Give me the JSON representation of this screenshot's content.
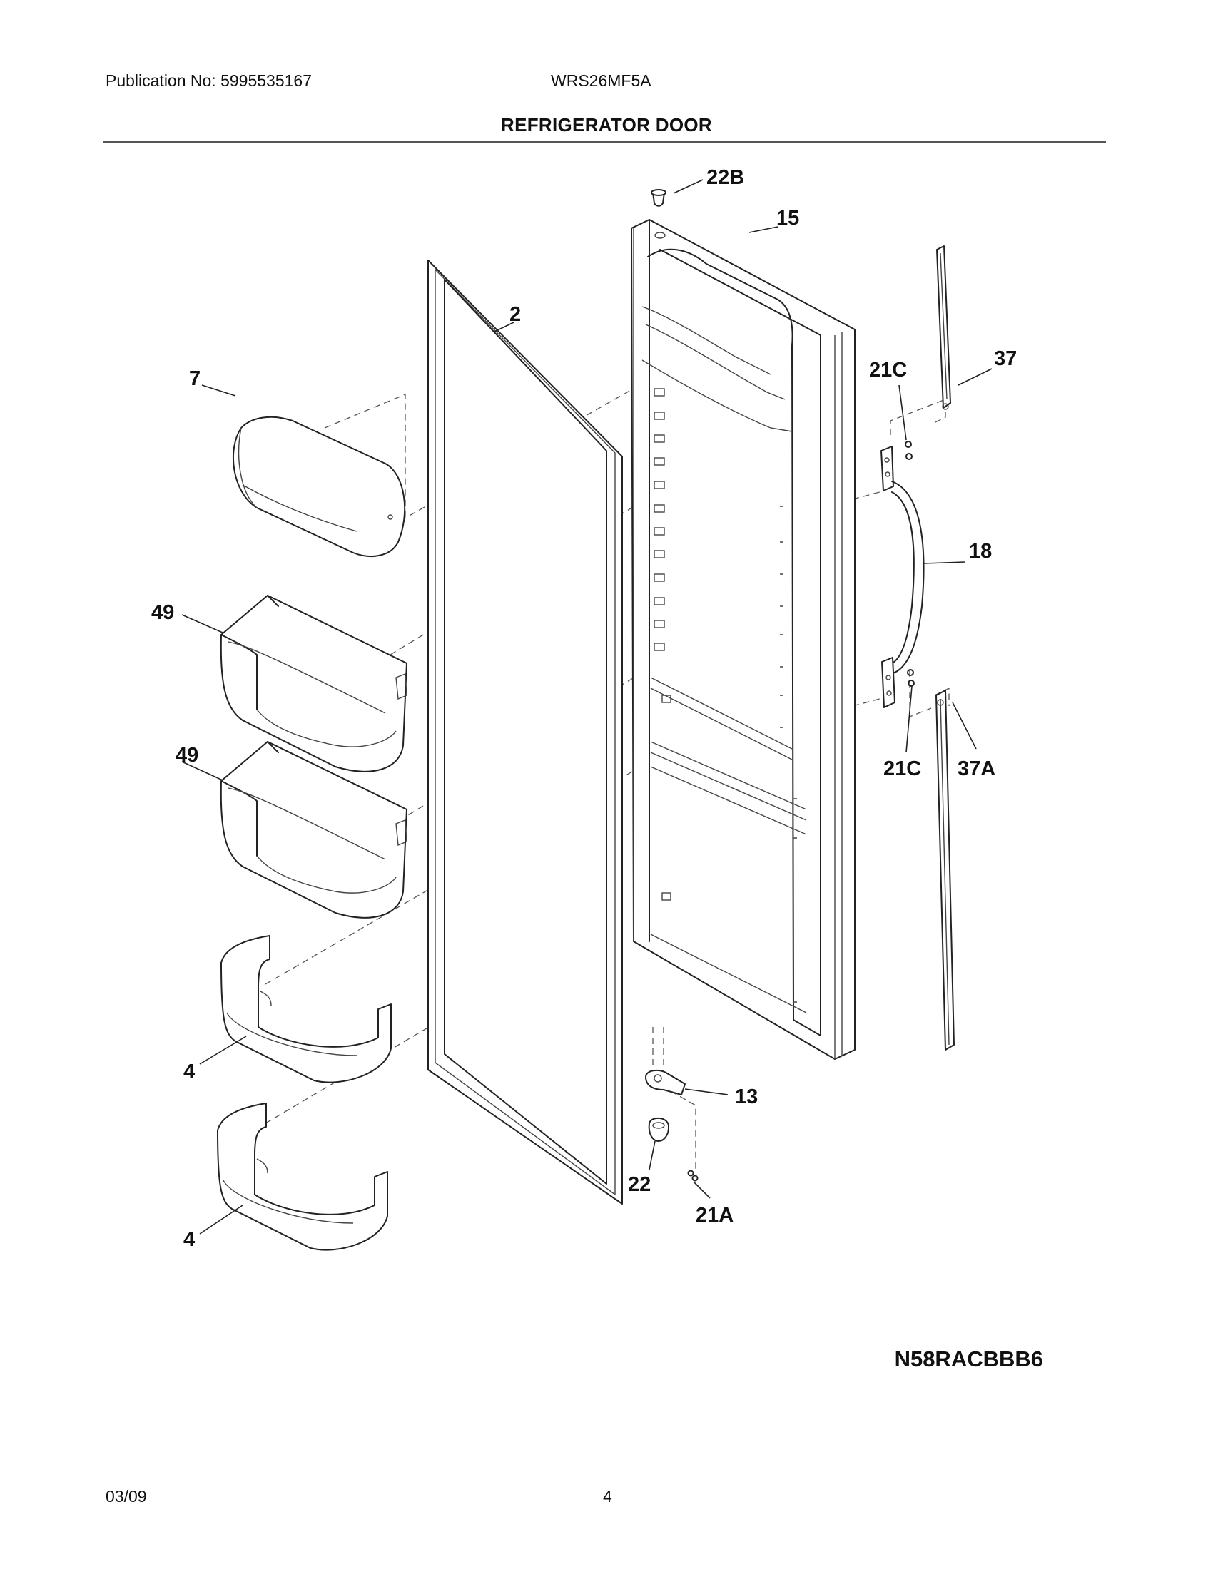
{
  "header": {
    "publication": "Publication No: 5995535167",
    "model": "WRS26MF5A",
    "title": "REFRIGERATOR DOOR"
  },
  "diagram": {
    "code": "N58RACBBB6",
    "callouts": {
      "c22b": "22B",
      "c15": "15",
      "c2": "2",
      "c7": "7",
      "c37": "37",
      "c21c_top": "21C",
      "c18": "18",
      "c49_top": "49",
      "c49_bottom": "49",
      "c21c_bottom": "21C",
      "c37a": "37A",
      "c4_top": "4",
      "c4_bottom": "4",
      "c13": "13",
      "c22": "22",
      "c21a": "21A"
    }
  },
  "footer": {
    "date": "03/09",
    "page": "4"
  }
}
